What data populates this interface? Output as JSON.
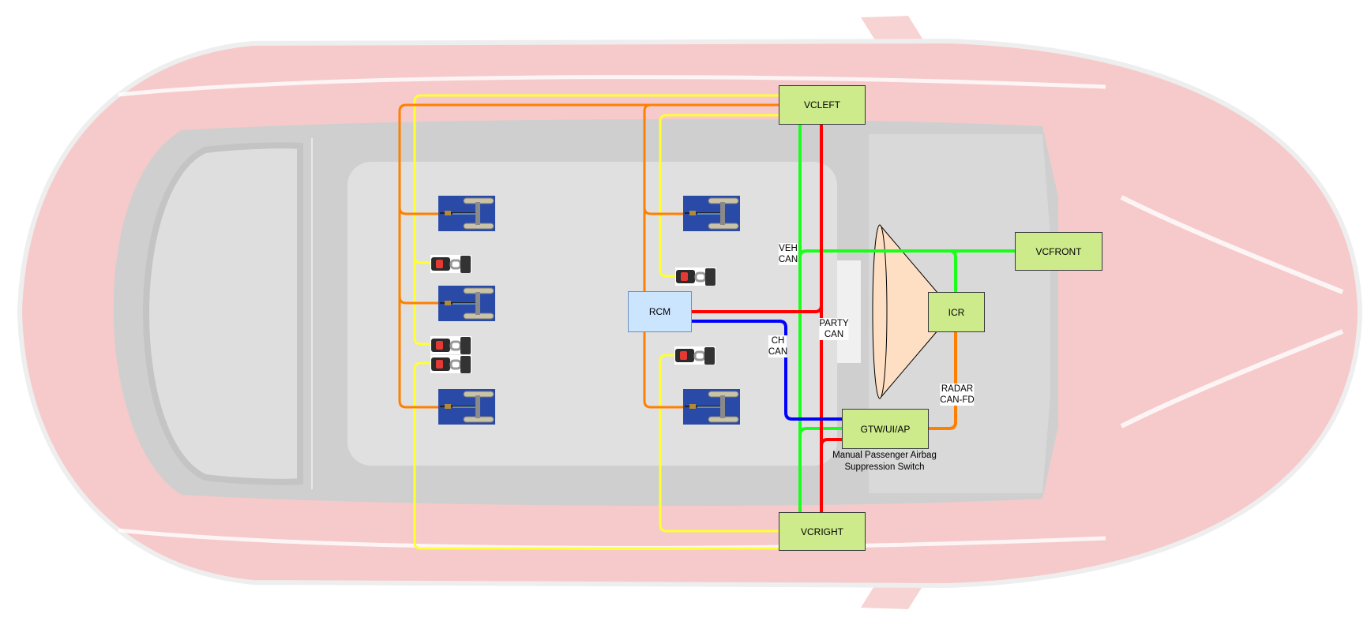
{
  "nodes": {
    "vcleft": "VCLEFT",
    "vcright": "VCRIGHT",
    "vcfront": "VCFRONT",
    "icr": "ICR",
    "gtw": "GTW/UI/AP",
    "rcm": "RCM"
  },
  "bus_labels": {
    "veh_can": [
      "VEH",
      "CAN"
    ],
    "ch_can": [
      "CH",
      "CAN"
    ],
    "party_can": [
      "PARTY",
      "CAN"
    ],
    "radar_can_fd": [
      "RADAR",
      "CAN-FD"
    ]
  },
  "annotation": [
    "Manual Passenger Airbag",
    "Suppression Switch"
  ],
  "colors": {
    "veh_can": "#00ff00",
    "party_can": "#ff0000",
    "ch_can": "#0000ff",
    "seat_sensor_wiring": "#ff8000",
    "buckle_wiring": "#ffff33",
    "controller_fill": "#cdeb8b",
    "rcm_fill": "#cce5ff",
    "radar_fill": "#ffdfc4"
  },
  "icons": {
    "seat_occupancy_sensor": "seat-sensor-icon",
    "seat_belt_buckle": "seatbelt-buckle-icon",
    "radar_cone": "radar-cone-icon",
    "car": "car-top-view-background"
  }
}
